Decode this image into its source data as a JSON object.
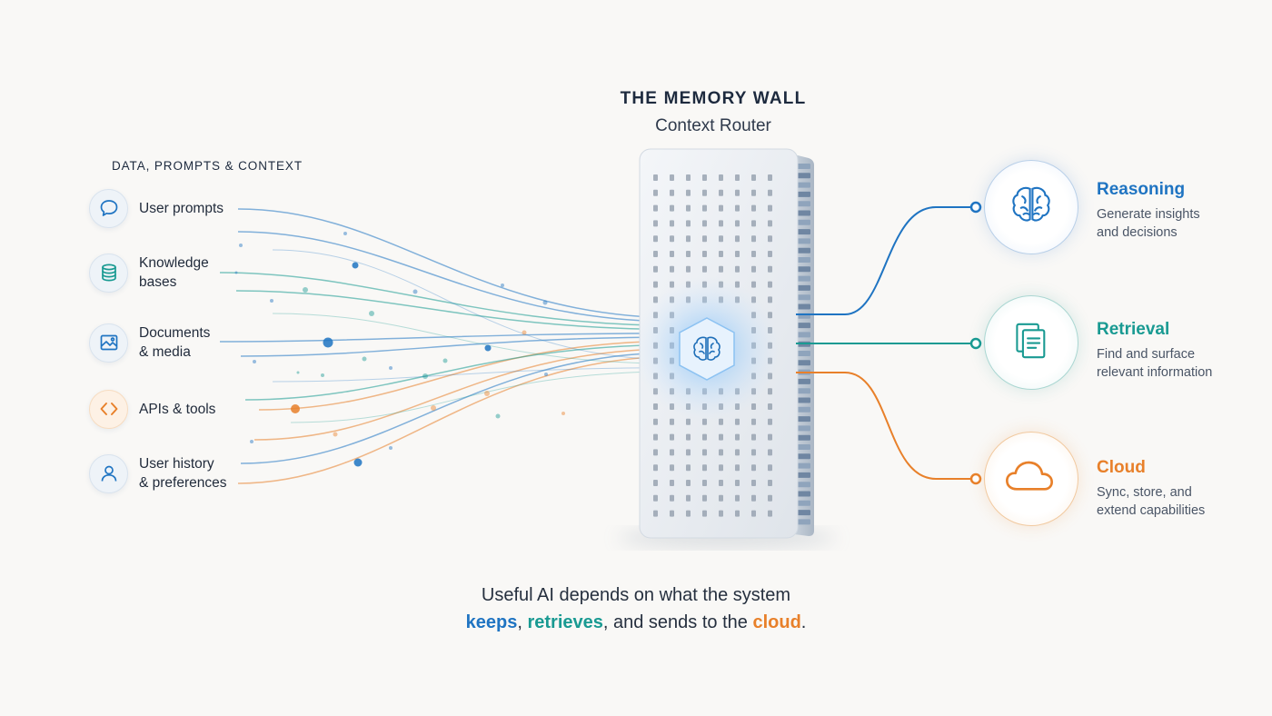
{
  "header": {
    "title": "THE MEMORY WALL",
    "subtitle": "Context Router"
  },
  "inputs": {
    "heading": "DATA, PROMPTS & CONTEXT",
    "items": [
      {
        "label": "User prompts",
        "icon": "chat-bubble-icon",
        "color": "#1f74c2"
      },
      {
        "label": "Knowledge\nbases",
        "icon": "database-icon",
        "color": "#199a92"
      },
      {
        "label": "Documents\n& media",
        "icon": "image-icon",
        "color": "#1f74c2"
      },
      {
        "label": "APIs & tools",
        "icon": "code-icon",
        "color": "#e8802a"
      },
      {
        "label": "User history\n& preferences",
        "icon": "user-icon",
        "color": "#1f74c2"
      }
    ]
  },
  "router": {
    "icon": "brain-icon"
  },
  "outputs": [
    {
      "title": "Reasoning",
      "description": "Generate insights\nand decisions",
      "icon": "brain-icon",
      "color": "#1f74c2"
    },
    {
      "title": "Retrieval",
      "description": "Find and surface\nrelevant information",
      "icon": "documents-icon",
      "color": "#199a92"
    },
    {
      "title": "Cloud",
      "description": "Sync, store, and\nextend capabilities",
      "icon": "cloud-icon",
      "color": "#e8802a"
    }
  ],
  "caption": {
    "line1": "Useful AI depends on what the system",
    "kw1": "keeps",
    "sep1": ", ",
    "kw2": "retrieves",
    "mid": ", and sends to the ",
    "kw3": "cloud",
    "end": "."
  },
  "colors": {
    "blue": "#1f74c2",
    "teal": "#199a92",
    "orange": "#e8802a",
    "background": "#f9f8f6"
  }
}
